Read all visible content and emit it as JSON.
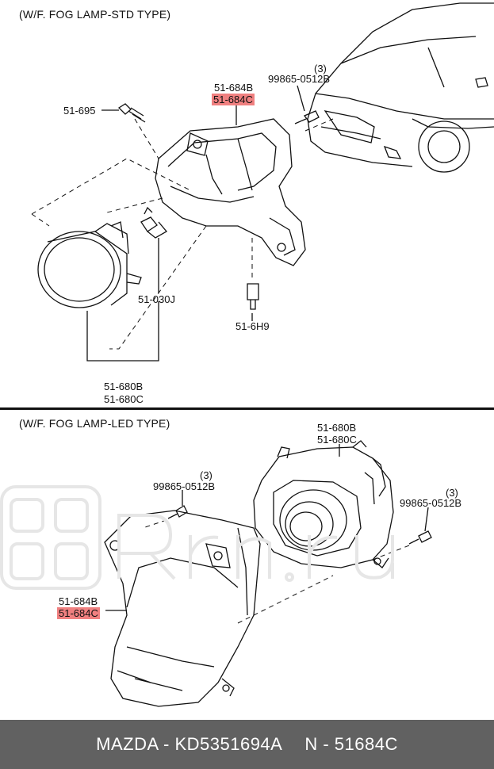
{
  "top_section": {
    "title": "(W/F. FOG LAMP-STD TYPE)",
    "labels": {
      "bolt": "51-695",
      "bracket_b": "51-684B",
      "bracket_c": "51-684C",
      "screw_qty": "(3)",
      "screw": "99865-0512B",
      "bulb": "51-030J",
      "clip": "51-6H9",
      "lamp_b": "51-680B",
      "lamp_c": "51-680C"
    }
  },
  "bottom_section": {
    "title": "(W/F. FOG LAMP-LED TYPE)",
    "labels": {
      "lamp_b": "51-680B",
      "lamp_c": "51-680C",
      "screw_left_qty": "(3)",
      "screw_left": "99865-0512B",
      "screw_right_qty": "(3)",
      "screw_right": "99865-0512B",
      "bracket_b": "51-684B",
      "bracket_c": "51-684C"
    }
  },
  "footer": {
    "brand_part": "MAZDA - KD5351694A",
    "number": "N - 51684C"
  },
  "colors": {
    "highlight": "#f08080",
    "footer_bg": "#616161"
  }
}
